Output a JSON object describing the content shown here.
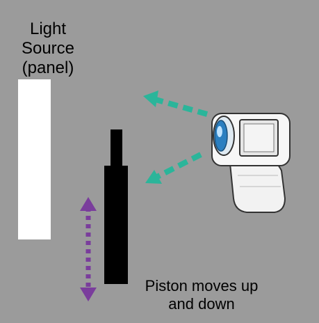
{
  "light_source": {
    "line1": "Light",
    "line2": "Source",
    "line3": "(panel)"
  },
  "piston": {
    "line1": "Piston moves up",
    "line2": "and down"
  },
  "colors": {
    "background": "#9b9b9b",
    "panel": "#ffffff",
    "piston": "#000000",
    "light_arrows": "#2bb59a",
    "motion_arrow": "#7a3d9c"
  },
  "icons": {
    "camera": "handheld-camcorder-icon"
  }
}
